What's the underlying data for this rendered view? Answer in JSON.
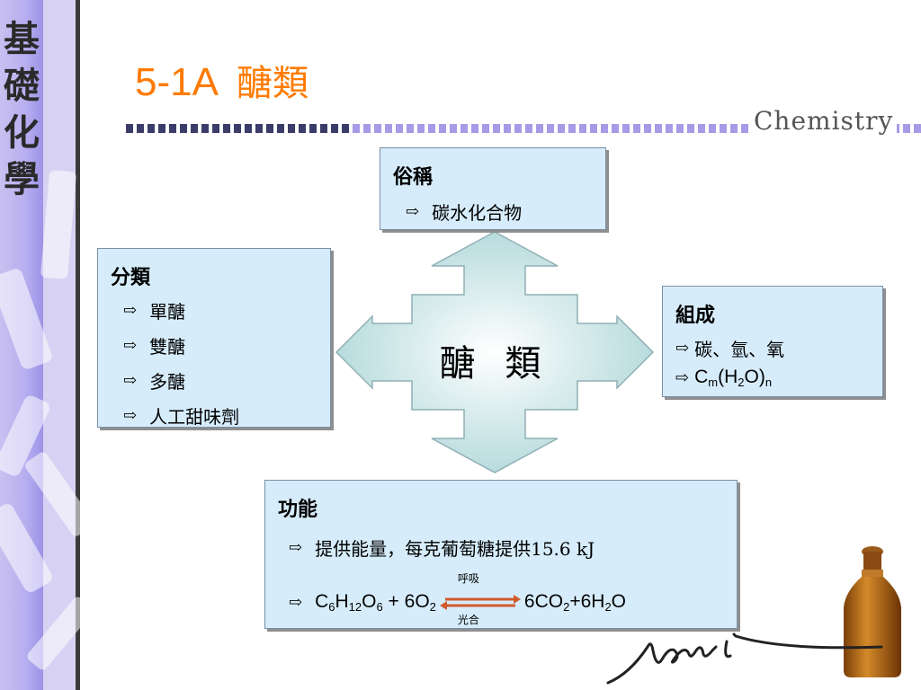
{
  "sidebar": {
    "title_chars": [
      "基",
      "礎",
      "化",
      "學"
    ]
  },
  "slide": {
    "number": "5-1A",
    "title": "醣類"
  },
  "brand": "Chemistry",
  "center": "醣 類",
  "common_name": {
    "heading": "俗稱",
    "items": [
      "碳水化合物"
    ]
  },
  "classification": {
    "heading": "分類",
    "items": [
      "單醣",
      "雙醣",
      "多醣",
      "人工甜味劑"
    ]
  },
  "composition": {
    "heading": "組成",
    "item1": "碳、氫、氧"
  },
  "function": {
    "heading": "功能",
    "item1": "提供能量，每克葡萄糖提供15.6 kJ",
    "reaction_forward": "呼吸",
    "reaction_reverse": "光合"
  },
  "colors": {
    "title": "#ff7a00",
    "box_fill": "#d6ecfb",
    "sidebar": "#b7aef0"
  },
  "icons": [
    "arrow-right-outline-icon",
    "four-way-arrow-icon",
    "bottle-icon",
    "signature-icon"
  ]
}
